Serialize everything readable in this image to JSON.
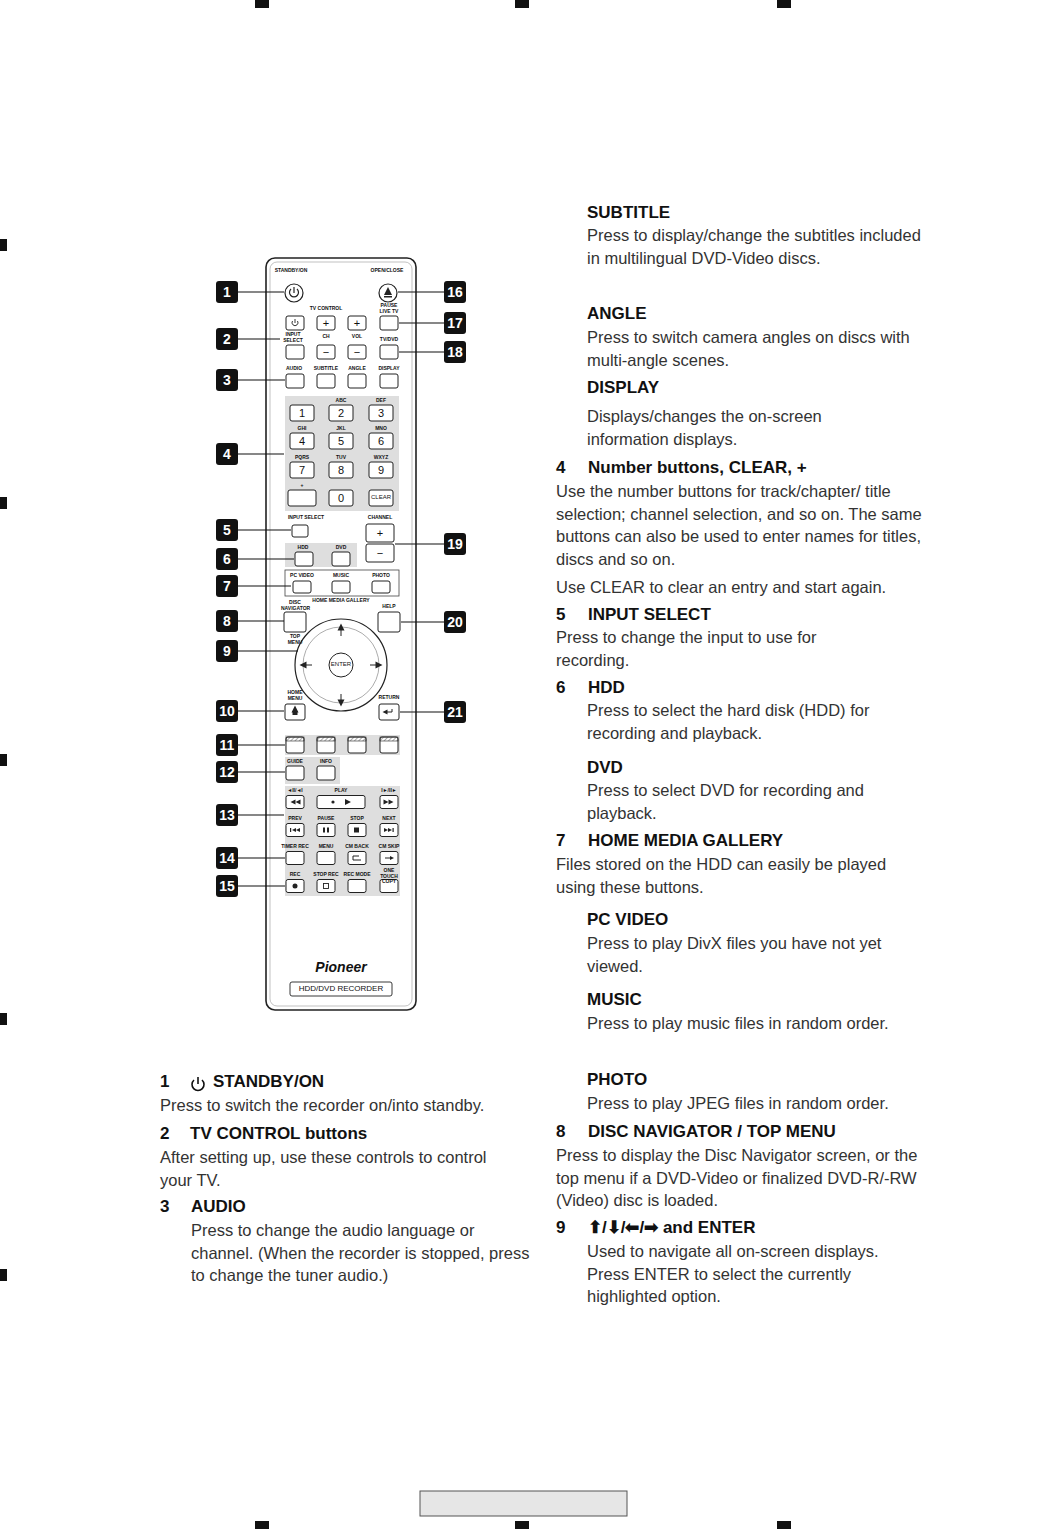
{
  "diagram": {
    "labels": [
      "STANDBY/ON",
      "OPEN/CLOSE",
      "TV CONTROL",
      "PAUSE LIVE TV",
      "+",
      "+",
      "INPUT SELECT",
      "CH",
      "VOL",
      "TV/DVD",
      "−",
      "−",
      "AUDIO",
      "SUBTITLE",
      "ANGLE",
      "DISPLAY",
      "ABC",
      "DEF",
      "1",
      "2",
      "3",
      "GHI",
      "JKL",
      "MNO",
      "4",
      "5",
      "6",
      "PQRS",
      "TUV",
      "WXYZ",
      "7",
      "8",
      "9",
      "+",
      "0",
      "CLEAR",
      "INPUT SELECT",
      "CHANNEL",
      "+",
      "−",
      "HDD",
      "DVD",
      "PC VIDEO",
      "MUSIC",
      "PHOTO",
      "HOME MEDIA GALLERY",
      "DISC NAVIGATOR",
      "HELP",
      "TOP MENU",
      "ENTER",
      "HOME MENU",
      "RETURN",
      "GUIDE",
      "INFO",
      "◄II/◄I",
      "PLAY",
      "I►/II►",
      "PREV",
      "PAUSE",
      "STOP",
      "NEXT",
      "TIMER REC",
      "MENU",
      "CM BACK",
      "CM SKIP",
      "REC",
      "STOP REC",
      "REC MODE",
      "ONE TOUCH COPY",
      "Pioneer",
      "HDD/DVD RECORDER",
      "1",
      "2",
      "3",
      "4",
      "5",
      "6",
      "7",
      "8",
      "9",
      "10",
      "11",
      "12",
      "13",
      "14",
      "15",
      "16",
      "17",
      "18",
      "19",
      "20",
      "21",
      "SUBTITLE",
      "Press to display/change the subtitles included in multilingual DVD-Video discs.",
      "ANGLE",
      "Press to switch camera angles on discs with multi-angle scenes.",
      "DISPLAY",
      "Displays/changes the on-screen information displays.",
      "4",
      "Number buttons, CLEAR, +",
      "Use the number buttons for track/chapter/ title selection; channel selection, and so on. The same buttons can also be used to enter names for titles, discs and so on.",
      "Use CLEAR to clear an entry and start again.",
      "5",
      "INPUT SELECT",
      "Press to change the input to use for recording.",
      "6",
      "HDD",
      "Press to select the hard disk (HDD) for recording and playback.",
      "DVD",
      "Press to select DVD for recording and playback.",
      "7",
      "HOME MEDIA GALLERY",
      "Files stored on the HDD can easily be played using these buttons.",
      "PC VIDEO",
      "Press to play DivX files you have not yet viewed.",
      "MUSIC",
      "Press to play music files in random order.",
      "PHOTO",
      "Press to play JPEG files in random order.",
      "8",
      "DISC NAVIGATOR / TOP MENU",
      "Press to display the Disc Navigator screen, or the top menu if a DVD-Video or finalized DVD-R/-RW (Video) disc is loaded.",
      "9",
      "⬆/⬇/⬅/➡ and ENTER",
      "Used to navigate all on-screen displays. Press ENTER to select the currently highlighted option.",
      "1",
      "STANDBY/ON",
      "Press to switch the recorder on/into standby.",
      "2",
      "TV CONTROL buttons",
      "After setting up, use these controls to control your TV.",
      "3",
      "AUDIO",
      "Press to change the audio language or channel. (When the recorder is stopped, press to change the tuner audio.)"
    ]
  }
}
